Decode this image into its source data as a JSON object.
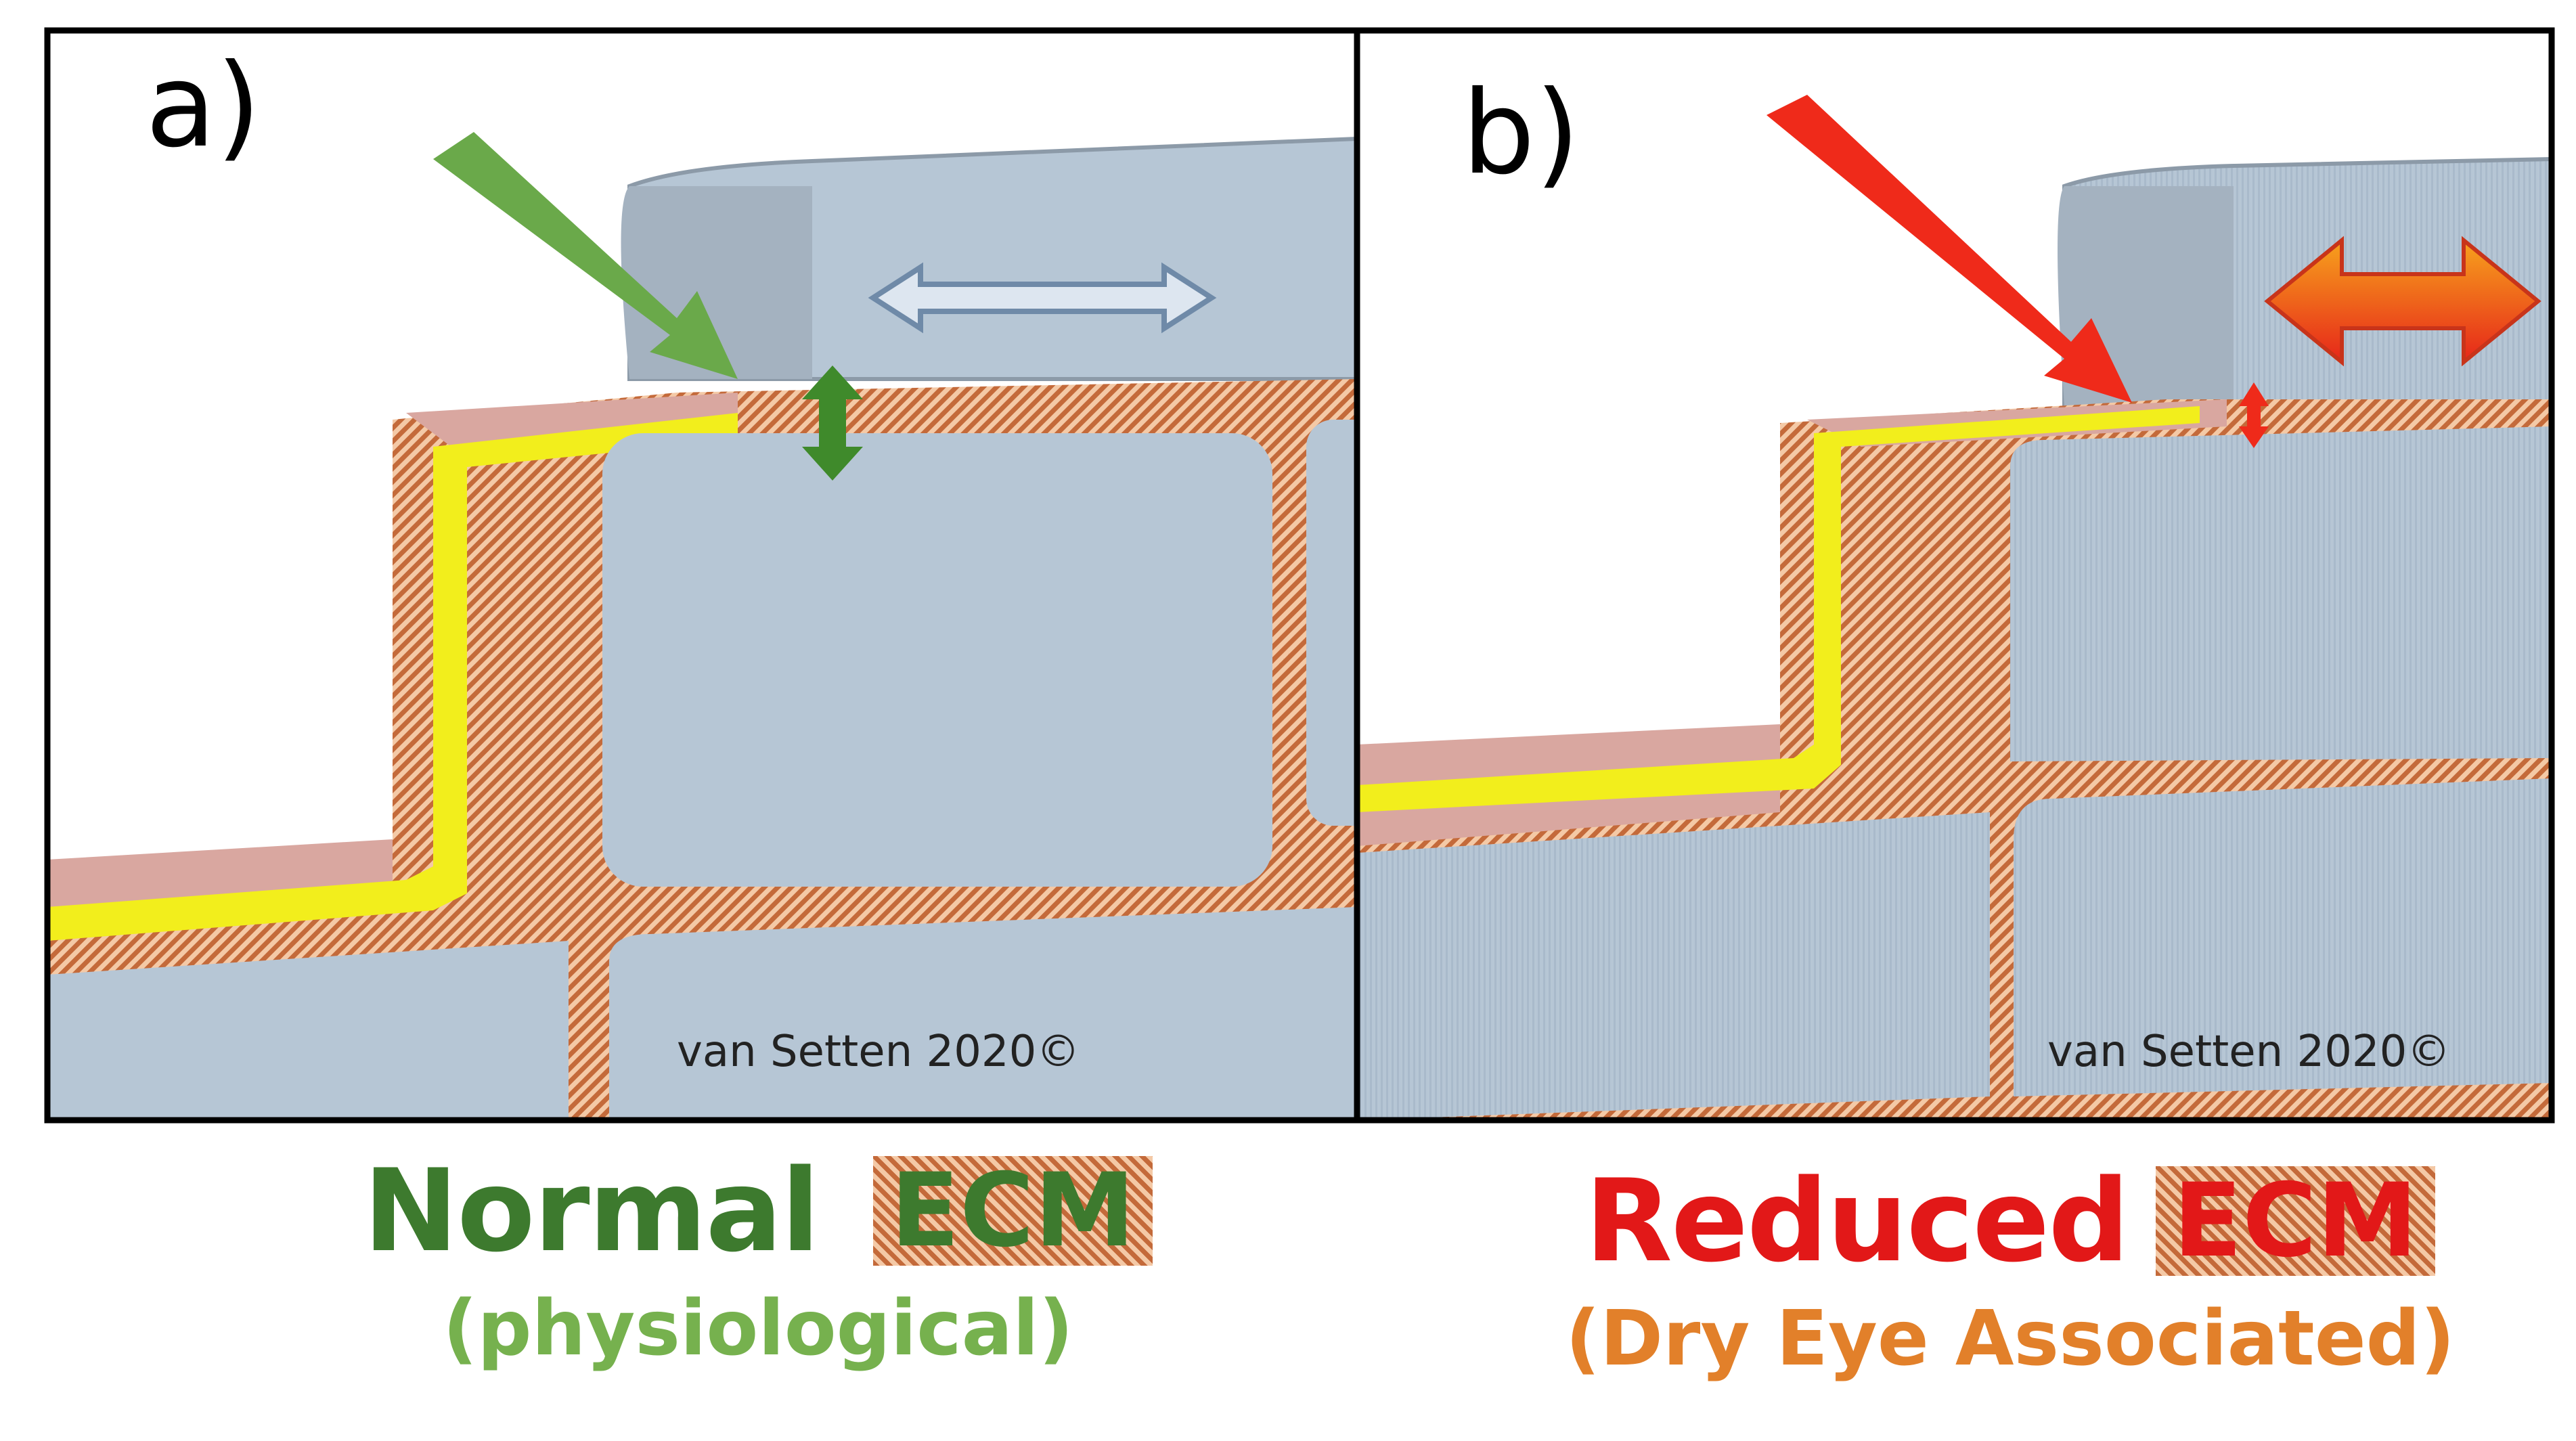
{
  "figure": {
    "panel_a": {
      "label": "a)",
      "copyright": "van Setten  2020©"
    },
    "panel_b": {
      "label": "b)",
      "copyright": "van Setten  2020©"
    }
  },
  "captions": {
    "left": {
      "title": "Normal",
      "ecm": "ECM",
      "subtitle": "(physiological)"
    },
    "right": {
      "title": "Reduced",
      "ecm": "ECM",
      "subtitle": "(Dry Eye Associated)"
    }
  },
  "colors": {
    "cell": "#b6c6d5",
    "ecm_dark": "#c46a3a",
    "ecm_light": "#f4c9a6",
    "membrane_pink": "#d9a7a0",
    "yellow_layer": "#f2ee1c",
    "lens": "#a4b2c0",
    "normal_title": "#3d7a2e",
    "normal_subtitle": "#76b14e",
    "reduced_title": "#e21818",
    "reduced_subtitle": "#e2802a",
    "arrow_green": "#6aa94a",
    "arrow_red": "#ef2a1a",
    "double_arrow_green": "#3f8a2b",
    "double_arrow_blue": "#dde6f0"
  }
}
